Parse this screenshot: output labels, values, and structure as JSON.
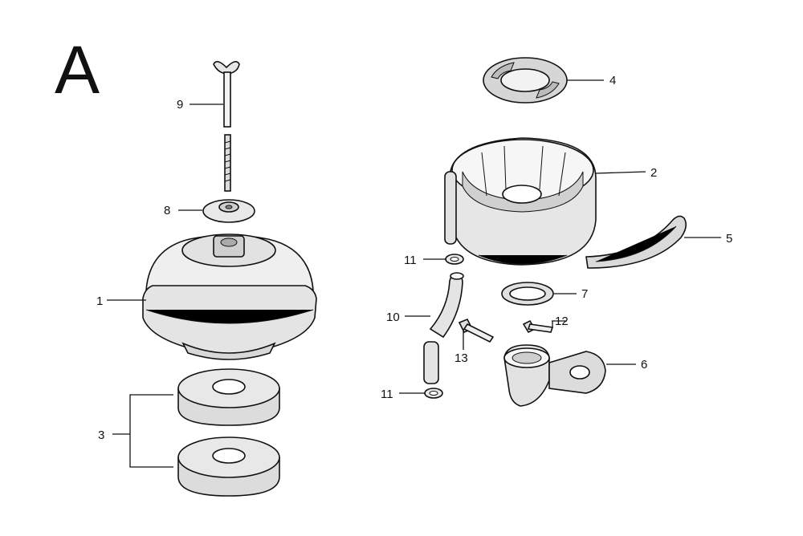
{
  "diagram": {
    "section_letter": "A",
    "callouts": {
      "c1": "1",
      "c2": "2",
      "c3": "3",
      "c4": "4",
      "c5": "5",
      "c6": "6",
      "c7": "7",
      "c8": "8",
      "c9": "9",
      "c10": "10",
      "c11a": "11",
      "c11b": "11",
      "c12": "12",
      "c13": "13"
    }
  }
}
